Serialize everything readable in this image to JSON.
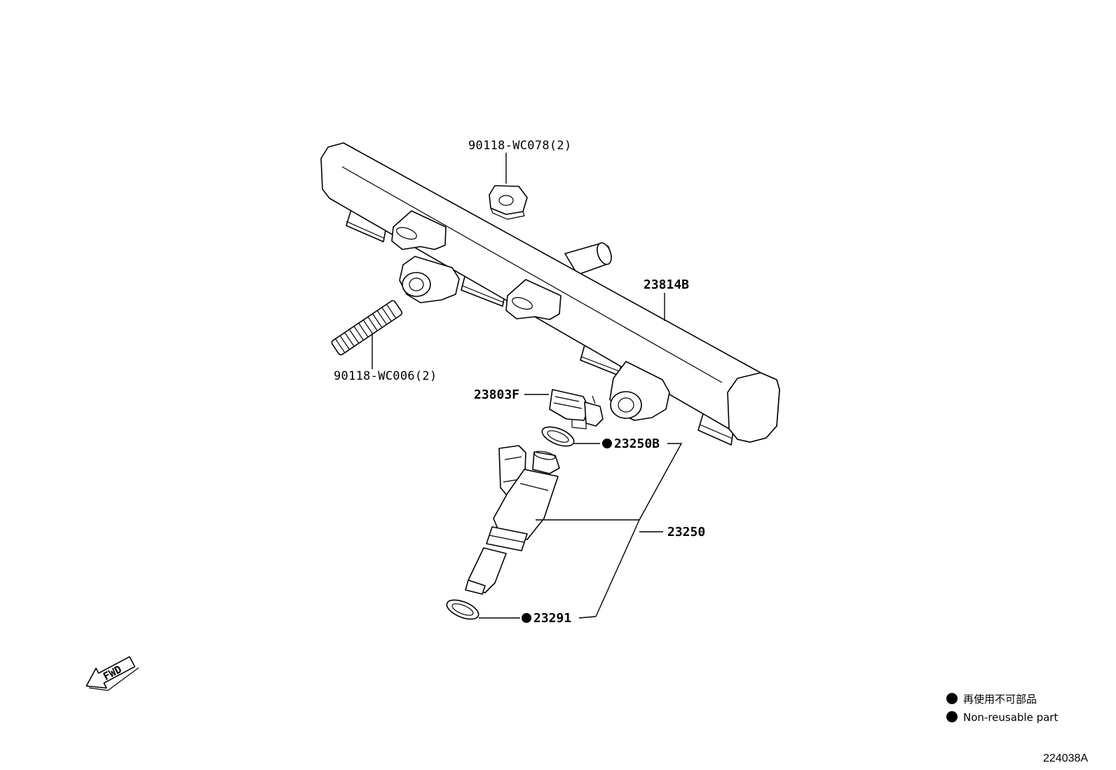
{
  "parts": {
    "nut_label": "90118-WC078(2)",
    "stud_label": "90118-WC006(2)",
    "rail_label": "23814B",
    "clip_label": "23803F",
    "upper_oring_label": "23250B",
    "injector_label": "23250",
    "lower_oring_label": "23291"
  },
  "direction": {
    "fwd_label": "FWD"
  },
  "legend": {
    "non_reusable_jp": "再使用不可部品",
    "non_reusable_en": "Non-reusable part"
  },
  "figure_code": "224038A"
}
